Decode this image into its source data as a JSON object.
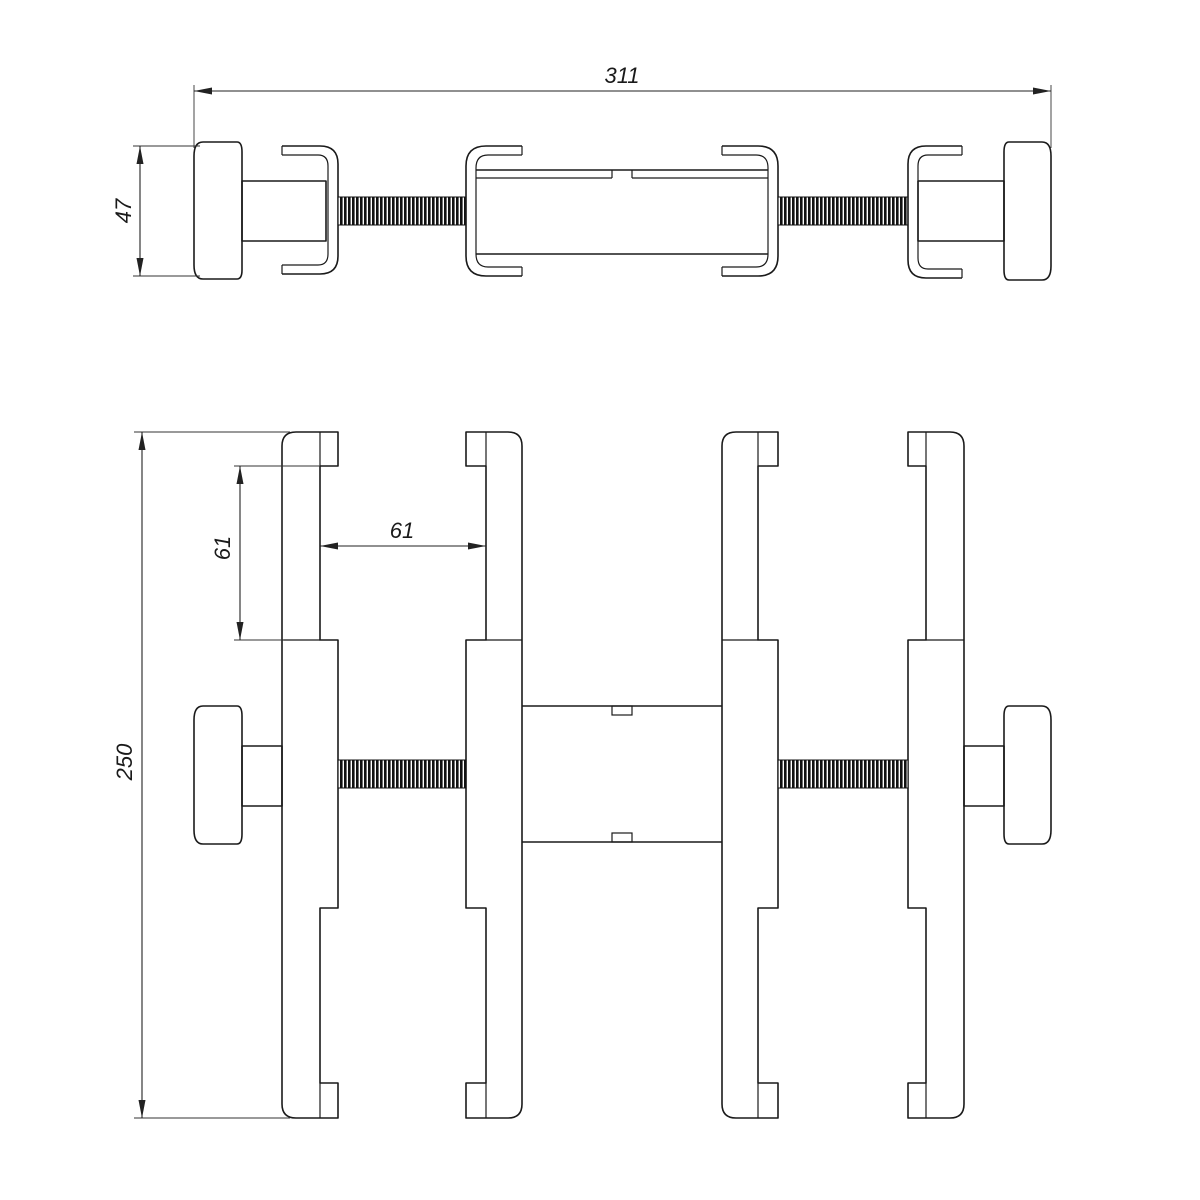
{
  "dimensions": {
    "overall_width": "311",
    "height_top_view": "47",
    "overall_height": "250",
    "slot_height": "61",
    "inner_width": "61"
  },
  "colors": {
    "line": "#1a1a1a",
    "background": "#ffffff"
  }
}
